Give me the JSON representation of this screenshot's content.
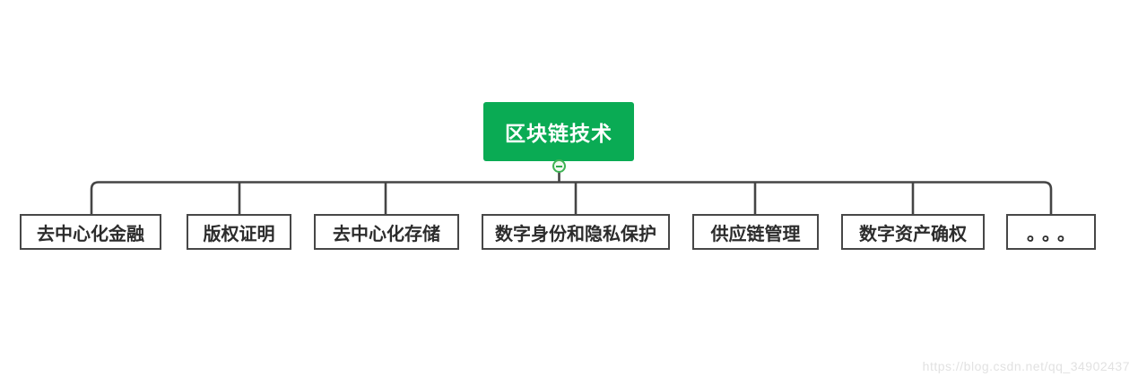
{
  "diagram": {
    "root": {
      "label": "区块链技术"
    },
    "children": [
      {
        "label": "去中心化金融"
      },
      {
        "label": "版权证明"
      },
      {
        "label": "去中心化存储"
      },
      {
        "label": "数字身份和隐私保护"
      },
      {
        "label": "供应链管理"
      },
      {
        "label": "数字资产确权"
      },
      {
        "label": "。。。"
      }
    ],
    "collapse_button": {
      "icon": "minus-icon",
      "state": "expanded"
    },
    "colors": {
      "root_bg": "#0aab54",
      "root_text": "#ffffff",
      "line": "#454545",
      "node_border": "#474747",
      "node_text": "#2c2c2c",
      "button_ring": "#3eb354",
      "button_fill": "#f1f9f0"
    }
  },
  "watermark": {
    "text": "https://blog.csdn.net/qq_34902437"
  }
}
